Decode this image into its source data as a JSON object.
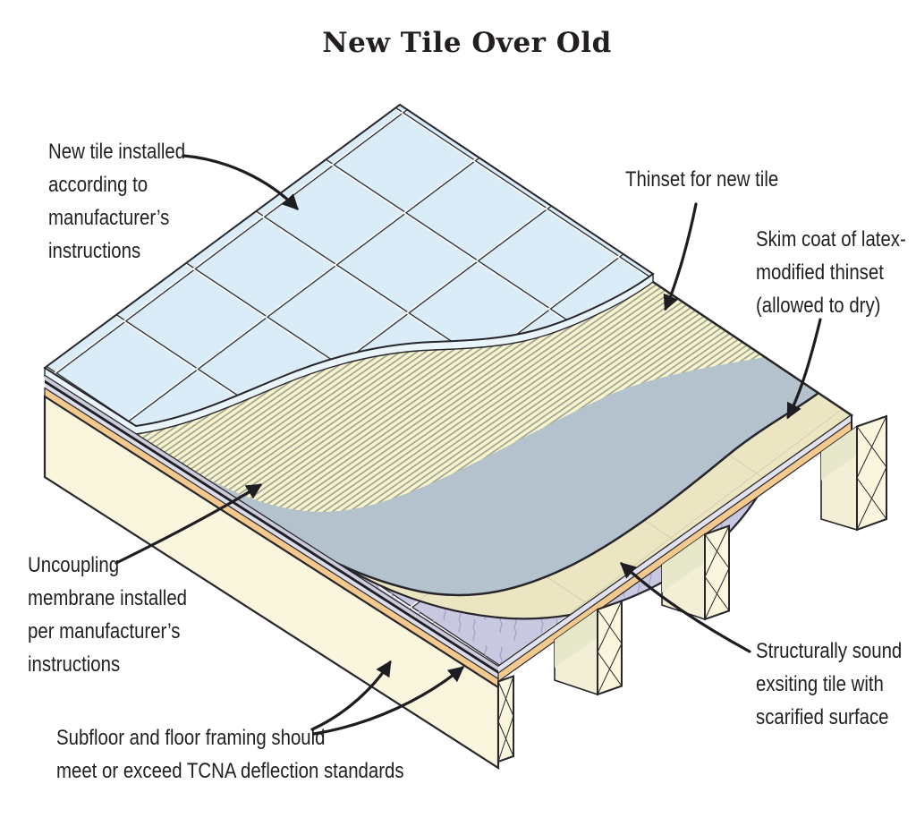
{
  "title": "New Tile Over Old",
  "labels": {
    "new_tile": {
      "lines": [
        "New tile installed",
        "according to",
        "manufacturer’s",
        "instructions"
      ]
    },
    "thinset": {
      "lines": [
        "Thinset for new tile"
      ]
    },
    "skim_coat": {
      "lines": [
        "Skim coat of latex-",
        "modified thinset",
        "(allowed to dry)"
      ]
    },
    "uncoupling": {
      "lines": [
        "Uncoupling",
        "membrane installed",
        "per manufacturer’s",
        "instructions"
      ]
    },
    "subfloor": {
      "lines": [
        "Subfloor and floor framing should",
        "meet or exceed TCNA deflection standards"
      ]
    },
    "existing_tile": {
      "lines": [
        "Structurally sound",
        "exsiting tile with",
        "scarified surface"
      ]
    }
  },
  "colors": {
    "new_tile_blue": "#d9ecf8",
    "tile_edge_blue": "#eaf4fb",
    "thinset_yellow": "#faf4c8",
    "thinset_hatch": "#9aa39e",
    "membrane_gray_blue": "#b3c2cc",
    "skim_cream": "#ece5c2",
    "existing_tile_lavender": "#c9c8e1",
    "scarify_mark": "#a7a4ca",
    "plywood_orange": "#f4c98e",
    "framing_cream": "#faf6dd",
    "framing_shadow": "#e7e8c9",
    "outline_dark": "#26262b",
    "text_dark": "#231f20"
  }
}
